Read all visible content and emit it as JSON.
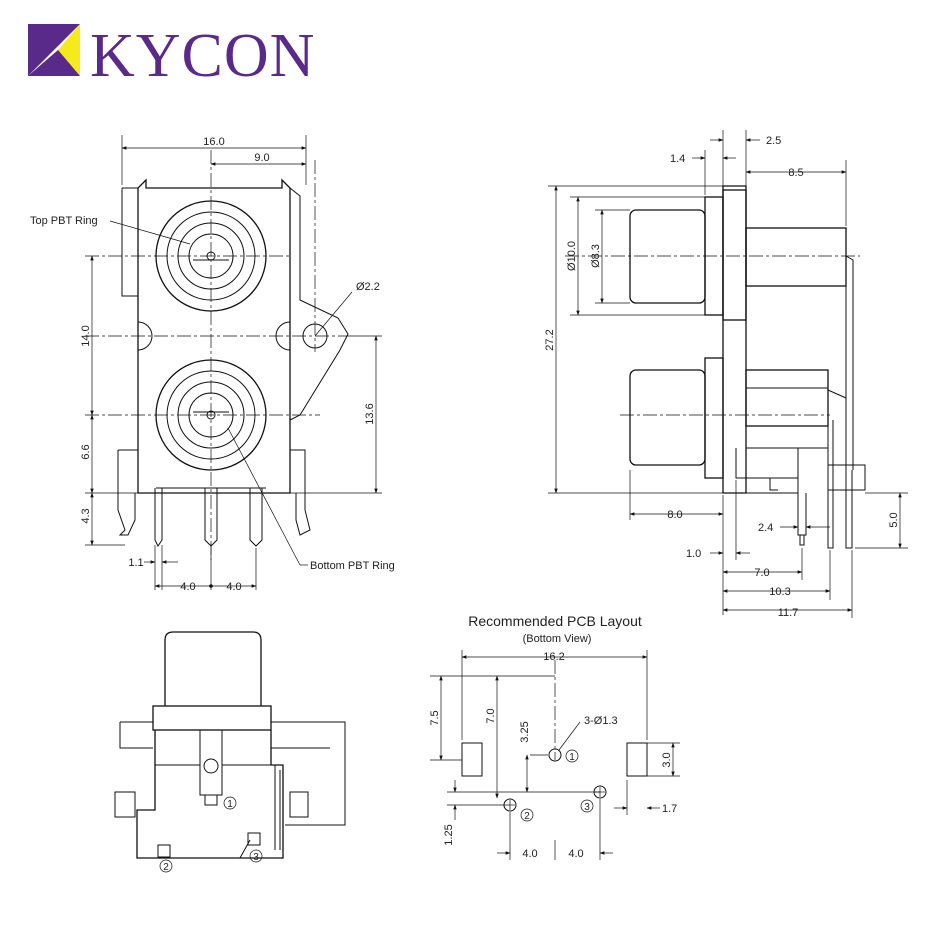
{
  "brand": {
    "name": "KYCON",
    "colors": {
      "purple": "#5a2a8a",
      "yellow": "#f5ea1c"
    }
  },
  "front_view": {
    "callouts": {
      "top_ring": "Top PBT Ring",
      "bottom_ring": "Bottom PBT Ring"
    },
    "dims": {
      "width": "16.0",
      "half_width": "9.0",
      "hole_dia": "Ø2.2",
      "pitch": "14.0",
      "height_13_6": "13.6",
      "d66": "6.6",
      "d43": "4.3",
      "pin_width": "1.1",
      "pin_pitch_left": "4.0",
      "pin_pitch_right": "4.0"
    }
  },
  "side_view": {
    "dims": {
      "d25": "2.5",
      "d14": "1.4",
      "d85": "8.5",
      "dia10": "Ø10.0",
      "dia83": "Ø8.3",
      "d272": "27.2",
      "d80": "8.0",
      "d24": "2.4",
      "d50": "5.0",
      "d10": "1.0",
      "d70": "7.0",
      "d103": "10.3",
      "d117": "11.7"
    }
  },
  "bottom_view": {
    "pins": [
      "1",
      "2",
      "3"
    ]
  },
  "pcb_layout": {
    "title": "Recommended PCB Layout",
    "subtitle": "(Bottom View)",
    "dims": {
      "d162": "16.2",
      "d75": "7.5",
      "d70": "7.0",
      "d325": "3.25",
      "holes": "3-Ø1.3",
      "d30": "3.0",
      "d17": "1.7",
      "d125": "1.25",
      "pitch_left": "4.0",
      "pitch_right": "4.0"
    },
    "pins": [
      "1",
      "2",
      "3"
    ]
  }
}
